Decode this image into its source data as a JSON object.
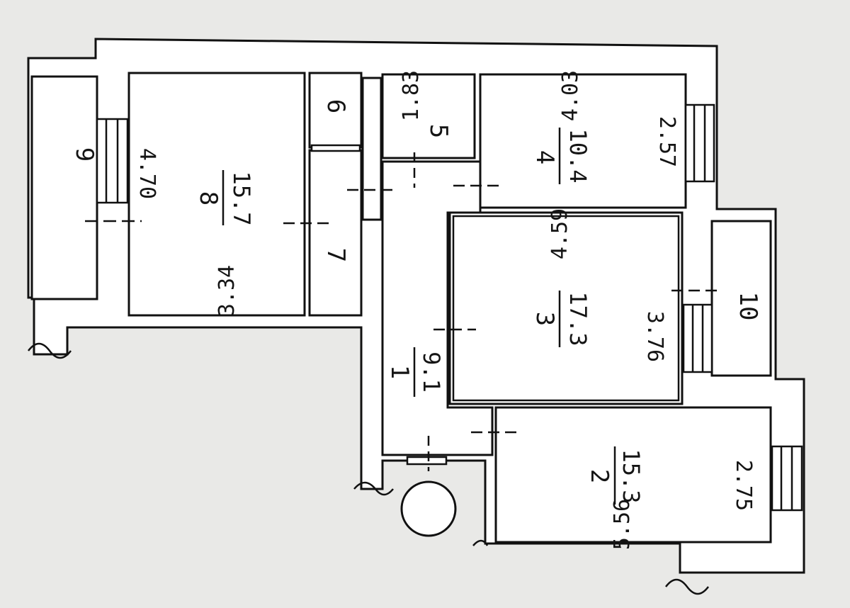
{
  "rooms": [
    {
      "id": "1",
      "area": "9.1"
    },
    {
      "id": "2",
      "area": "15.3"
    },
    {
      "id": "3",
      "area": "17.3"
    },
    {
      "id": "4",
      "area": "10.4"
    },
    {
      "id": "5"
    },
    {
      "id": "6"
    },
    {
      "id": "7"
    },
    {
      "id": "8",
      "area": "15.7"
    },
    {
      "id": "9"
    },
    {
      "id": "10"
    }
  ],
  "dimensions": {
    "room2_length": "5.56",
    "room2_width": "2.75",
    "room3_length": "4.59",
    "room3_width": "3.76",
    "room4_length": "4.03",
    "room4_width": "2.57",
    "room5_length": "1.83",
    "room8_length": "3.34",
    "room8_width": "4.70"
  }
}
